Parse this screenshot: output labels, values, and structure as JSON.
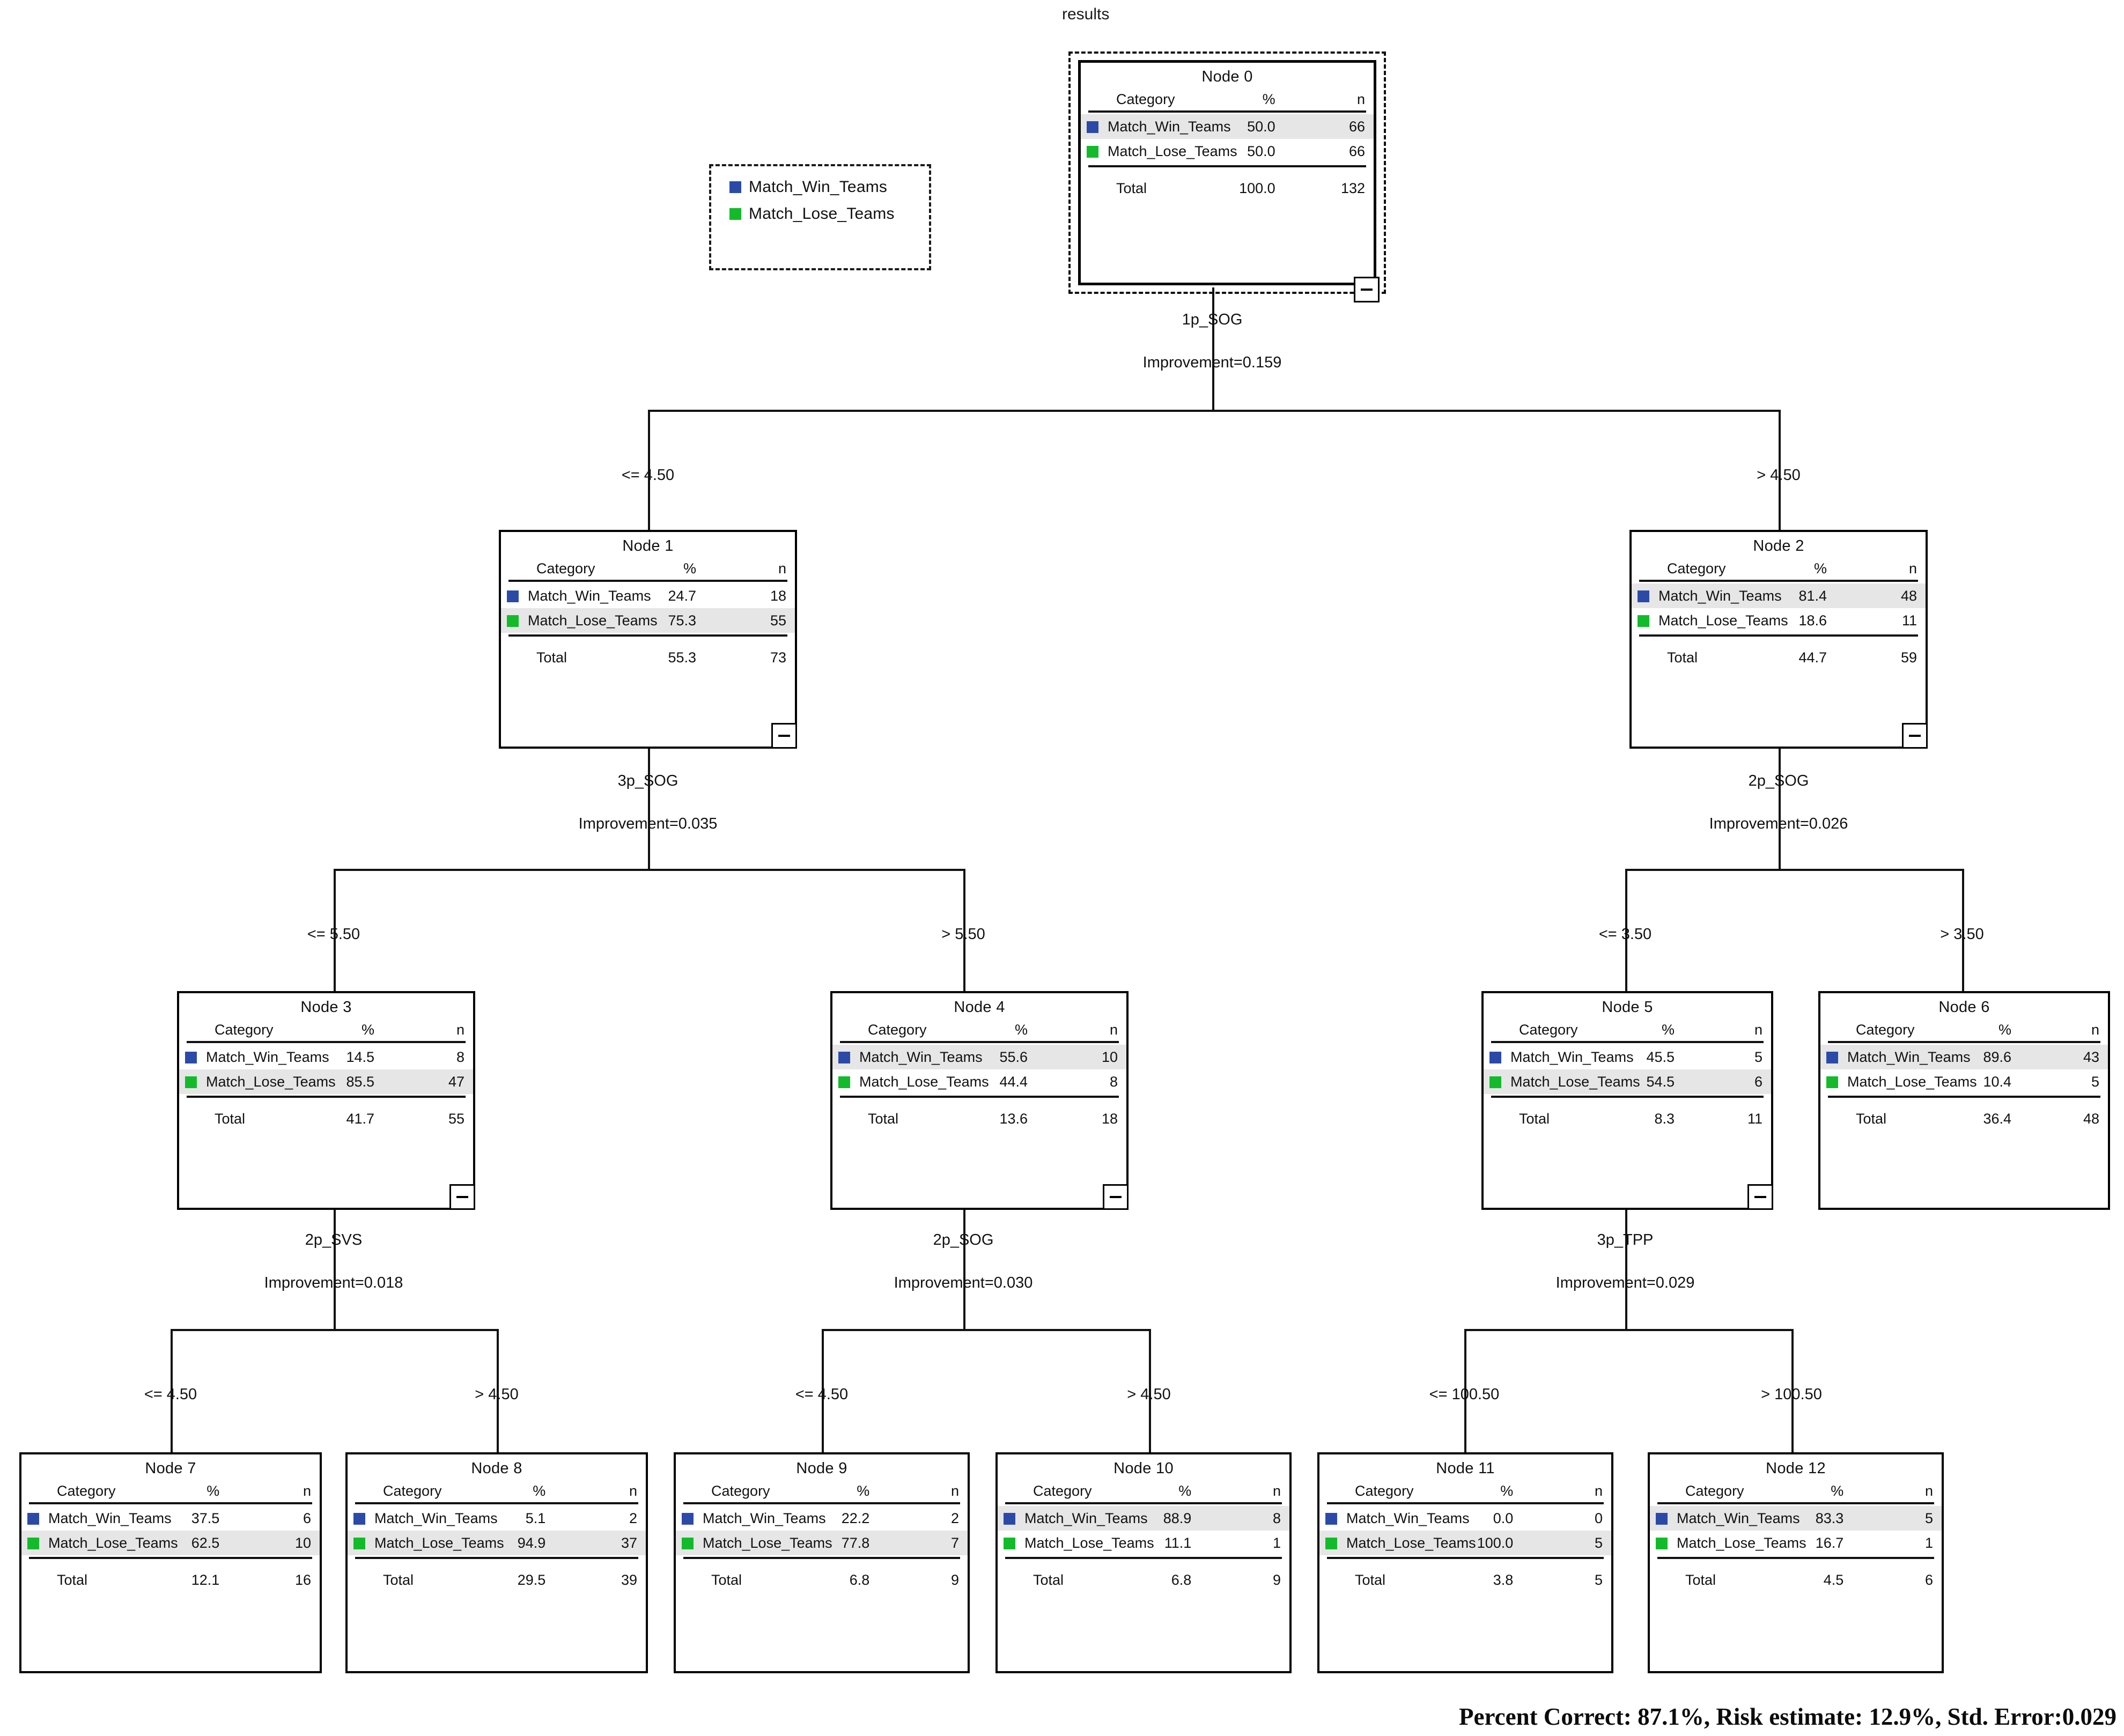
{
  "tree": {
    "title": "results",
    "column_headers": {
      "category": "Category",
      "percent": "%",
      "count": "n"
    },
    "total_label": "Total",
    "collapse_glyph": "−"
  },
  "legend": {
    "items": [
      {
        "label": "Match_Win_Teams",
        "color": "#2b4aa8"
      },
      {
        "label": "Match_Lose_Teams",
        "color": "#13bb2b"
      }
    ]
  },
  "colors": {
    "win": "#2b4aa8",
    "lose": "#13bb2b",
    "highlight_row": "#e6e6e6",
    "line": "#111111",
    "background": "#ffffff"
  },
  "nodes": [
    {
      "id": "node0",
      "title": "Node 0",
      "rows": [
        {
          "label": "Match_Win_Teams",
          "pct": "50.0",
          "n": "66",
          "highlight": true
        },
        {
          "label": "Match_Lose_Teams",
          "pct": "50.0",
          "n": "66",
          "highlight": false
        }
      ],
      "total": {
        "pct": "100.0",
        "n": "132"
      }
    },
    {
      "id": "node1",
      "title": "Node 1",
      "rows": [
        {
          "label": "Match_Win_Teams",
          "pct": "24.7",
          "n": "18",
          "highlight": false
        },
        {
          "label": "Match_Lose_Teams",
          "pct": "75.3",
          "n": "55",
          "highlight": true
        }
      ],
      "total": {
        "pct": "55.3",
        "n": "73"
      }
    },
    {
      "id": "node2",
      "title": "Node 2",
      "rows": [
        {
          "label": "Match_Win_Teams",
          "pct": "81.4",
          "n": "48",
          "highlight": true
        },
        {
          "label": "Match_Lose_Teams",
          "pct": "18.6",
          "n": "11",
          "highlight": false
        }
      ],
      "total": {
        "pct": "44.7",
        "n": "59"
      }
    },
    {
      "id": "node3",
      "title": "Node 3",
      "rows": [
        {
          "label": "Match_Win_Teams",
          "pct": "14.5",
          "n": "8",
          "highlight": false
        },
        {
          "label": "Match_Lose_Teams",
          "pct": "85.5",
          "n": "47",
          "highlight": true
        }
      ],
      "total": {
        "pct": "41.7",
        "n": "55"
      }
    },
    {
      "id": "node4",
      "title": "Node 4",
      "rows": [
        {
          "label": "Match_Win_Teams",
          "pct": "55.6",
          "n": "10",
          "highlight": true
        },
        {
          "label": "Match_Lose_Teams",
          "pct": "44.4",
          "n": "8",
          "highlight": false
        }
      ],
      "total": {
        "pct": "13.6",
        "n": "18"
      }
    },
    {
      "id": "node5",
      "title": "Node 5",
      "rows": [
        {
          "label": "Match_Win_Teams",
          "pct": "45.5",
          "n": "5",
          "highlight": false
        },
        {
          "label": "Match_Lose_Teams",
          "pct": "54.5",
          "n": "6",
          "highlight": true
        }
      ],
      "total": {
        "pct": "8.3",
        "n": "11"
      }
    },
    {
      "id": "node6",
      "title": "Node 6",
      "rows": [
        {
          "label": "Match_Win_Teams",
          "pct": "89.6",
          "n": "43",
          "highlight": true
        },
        {
          "label": "Match_Lose_Teams",
          "pct": "10.4",
          "n": "5",
          "highlight": false
        }
      ],
      "total": {
        "pct": "36.4",
        "n": "48"
      }
    },
    {
      "id": "node7",
      "title": "Node 7",
      "rows": [
        {
          "label": "Match_Win_Teams",
          "pct": "37.5",
          "n": "6",
          "highlight": false
        },
        {
          "label": "Match_Lose_Teams",
          "pct": "62.5",
          "n": "10",
          "highlight": true
        }
      ],
      "total": {
        "pct": "12.1",
        "n": "16"
      }
    },
    {
      "id": "node8",
      "title": "Node 8",
      "rows": [
        {
          "label": "Match_Win_Teams",
          "pct": "5.1",
          "n": "2",
          "highlight": false
        },
        {
          "label": "Match_Lose_Teams",
          "pct": "94.9",
          "n": "37",
          "highlight": true
        }
      ],
      "total": {
        "pct": "29.5",
        "n": "39"
      }
    },
    {
      "id": "node9",
      "title": "Node 9",
      "rows": [
        {
          "label": "Match_Win_Teams",
          "pct": "22.2",
          "n": "2",
          "highlight": false
        },
        {
          "label": "Match_Lose_Teams",
          "pct": "77.8",
          "n": "7",
          "highlight": true
        }
      ],
      "total": {
        "pct": "6.8",
        "n": "9"
      }
    },
    {
      "id": "node10",
      "title": "Node 10",
      "rows": [
        {
          "label": "Match_Win_Teams",
          "pct": "88.9",
          "n": "8",
          "highlight": true
        },
        {
          "label": "Match_Lose_Teams",
          "pct": "11.1",
          "n": "1",
          "highlight": false
        }
      ],
      "total": {
        "pct": "6.8",
        "n": "9"
      }
    },
    {
      "id": "node11",
      "title": "Node 11",
      "rows": [
        {
          "label": "Match_Win_Teams",
          "pct": "0.0",
          "n": "0",
          "highlight": false
        },
        {
          "label": "Match_Lose_Teams",
          "pct": "100.0",
          "n": "5",
          "highlight": true
        }
      ],
      "total": {
        "pct": "3.8",
        "n": "5"
      }
    },
    {
      "id": "node12",
      "title": "Node 12",
      "rows": [
        {
          "label": "Match_Win_Teams",
          "pct": "83.3",
          "n": "5",
          "highlight": true
        },
        {
          "label": "Match_Lose_Teams",
          "pct": "16.7",
          "n": "1",
          "highlight": false
        }
      ],
      "total": {
        "pct": "4.5",
        "n": "6"
      }
    }
  ],
  "splits": [
    {
      "id": "split0",
      "variable": "1p_SOG",
      "improvement": "Improvement=0.159",
      "left_label": "<= 4.50",
      "right_label": "> 4.50"
    },
    {
      "id": "split1",
      "variable": "3p_SOG",
      "improvement": "Improvement=0.035",
      "left_label": "<= 5.50",
      "right_label": "> 5.50"
    },
    {
      "id": "split2",
      "variable": "2p_SOG",
      "improvement": "Improvement=0.026",
      "left_label": "<= 3.50",
      "right_label": "> 3.50"
    },
    {
      "id": "split3",
      "variable": "2p_SVS",
      "improvement": "Improvement=0.018",
      "left_label": "<= 4.50",
      "right_label": "> 4.50"
    },
    {
      "id": "split4",
      "variable": "2p_SOG",
      "improvement": "Improvement=0.030",
      "left_label": "<= 4.50",
      "right_label": "> 4.50"
    },
    {
      "id": "split5",
      "variable": "3p_TPP",
      "improvement": "Improvement=0.029",
      "left_label": "<= 100.50",
      "right_label": "> 100.50"
    }
  ],
  "footer": {
    "text": "Percent Correct: 87.1%, Risk estimate: 12.9%, Std. Error:0.029"
  },
  "chart_data": {
    "type": "tree",
    "title": "results",
    "target_categories": [
      "Match_Win_Teams",
      "Match_Lose_Teams"
    ],
    "root_total": 132,
    "nodes": [
      {
        "node": 0,
        "win_pct": 50.0,
        "win_n": 66,
        "lose_pct": 50.0,
        "lose_n": 66,
        "total_pct": 100.0,
        "total_n": 132,
        "parent": null,
        "condition": null
      },
      {
        "node": 1,
        "win_pct": 24.7,
        "win_n": 18,
        "lose_pct": 75.3,
        "lose_n": 55,
        "total_pct": 55.3,
        "total_n": 73,
        "parent": 0,
        "condition": "1p_SOG <= 4.50"
      },
      {
        "node": 2,
        "win_pct": 81.4,
        "win_n": 48,
        "lose_pct": 18.6,
        "lose_n": 11,
        "total_pct": 44.7,
        "total_n": 59,
        "parent": 0,
        "condition": "1p_SOG > 4.50"
      },
      {
        "node": 3,
        "win_pct": 14.5,
        "win_n": 8,
        "lose_pct": 85.5,
        "lose_n": 47,
        "total_pct": 41.7,
        "total_n": 55,
        "parent": 1,
        "condition": "3p_SOG <= 5.50"
      },
      {
        "node": 4,
        "win_pct": 55.6,
        "win_n": 10,
        "lose_pct": 44.4,
        "lose_n": 8,
        "total_pct": 13.6,
        "total_n": 18,
        "parent": 1,
        "condition": "3p_SOG > 5.50"
      },
      {
        "node": 5,
        "win_pct": 45.5,
        "win_n": 5,
        "lose_pct": 54.5,
        "lose_n": 6,
        "total_pct": 8.3,
        "total_n": 11,
        "parent": 2,
        "condition": "2p_SOG <= 3.50"
      },
      {
        "node": 6,
        "win_pct": 89.6,
        "win_n": 43,
        "lose_pct": 10.4,
        "lose_n": 5,
        "total_pct": 36.4,
        "total_n": 48,
        "parent": 2,
        "condition": "2p_SOG > 3.50"
      },
      {
        "node": 7,
        "win_pct": 37.5,
        "win_n": 6,
        "lose_pct": 62.5,
        "lose_n": 10,
        "total_pct": 12.1,
        "total_n": 16,
        "parent": 3,
        "condition": "2p_SVS <= 4.50"
      },
      {
        "node": 8,
        "win_pct": 5.1,
        "win_n": 2,
        "lose_pct": 94.9,
        "lose_n": 37,
        "total_pct": 29.5,
        "total_n": 39,
        "parent": 3,
        "condition": "2p_SVS > 4.50"
      },
      {
        "node": 9,
        "win_pct": 22.2,
        "win_n": 2,
        "lose_pct": 77.8,
        "lose_n": 7,
        "total_pct": 6.8,
        "total_n": 9,
        "parent": 4,
        "condition": "2p_SOG <= 4.50"
      },
      {
        "node": 10,
        "win_pct": 88.9,
        "win_n": 8,
        "lose_pct": 11.1,
        "lose_n": 1,
        "total_pct": 6.8,
        "total_n": 9,
        "parent": 4,
        "condition": "2p_SOG > 4.50"
      },
      {
        "node": 11,
        "win_pct": 0.0,
        "win_n": 0,
        "lose_pct": 100.0,
        "lose_n": 5,
        "total_pct": 3.8,
        "total_n": 5,
        "parent": 5,
        "condition": "3p_TPP <= 100.50"
      },
      {
        "node": 12,
        "win_pct": 83.3,
        "win_n": 5,
        "lose_pct": 16.7,
        "lose_n": 1,
        "total_pct": 4.5,
        "total_n": 6,
        "parent": 5,
        "condition": "3p_TPP > 100.50"
      }
    ],
    "model_summary": {
      "percent_correct": 87.1,
      "risk_estimate": 12.9,
      "std_error": 0.029
    }
  }
}
